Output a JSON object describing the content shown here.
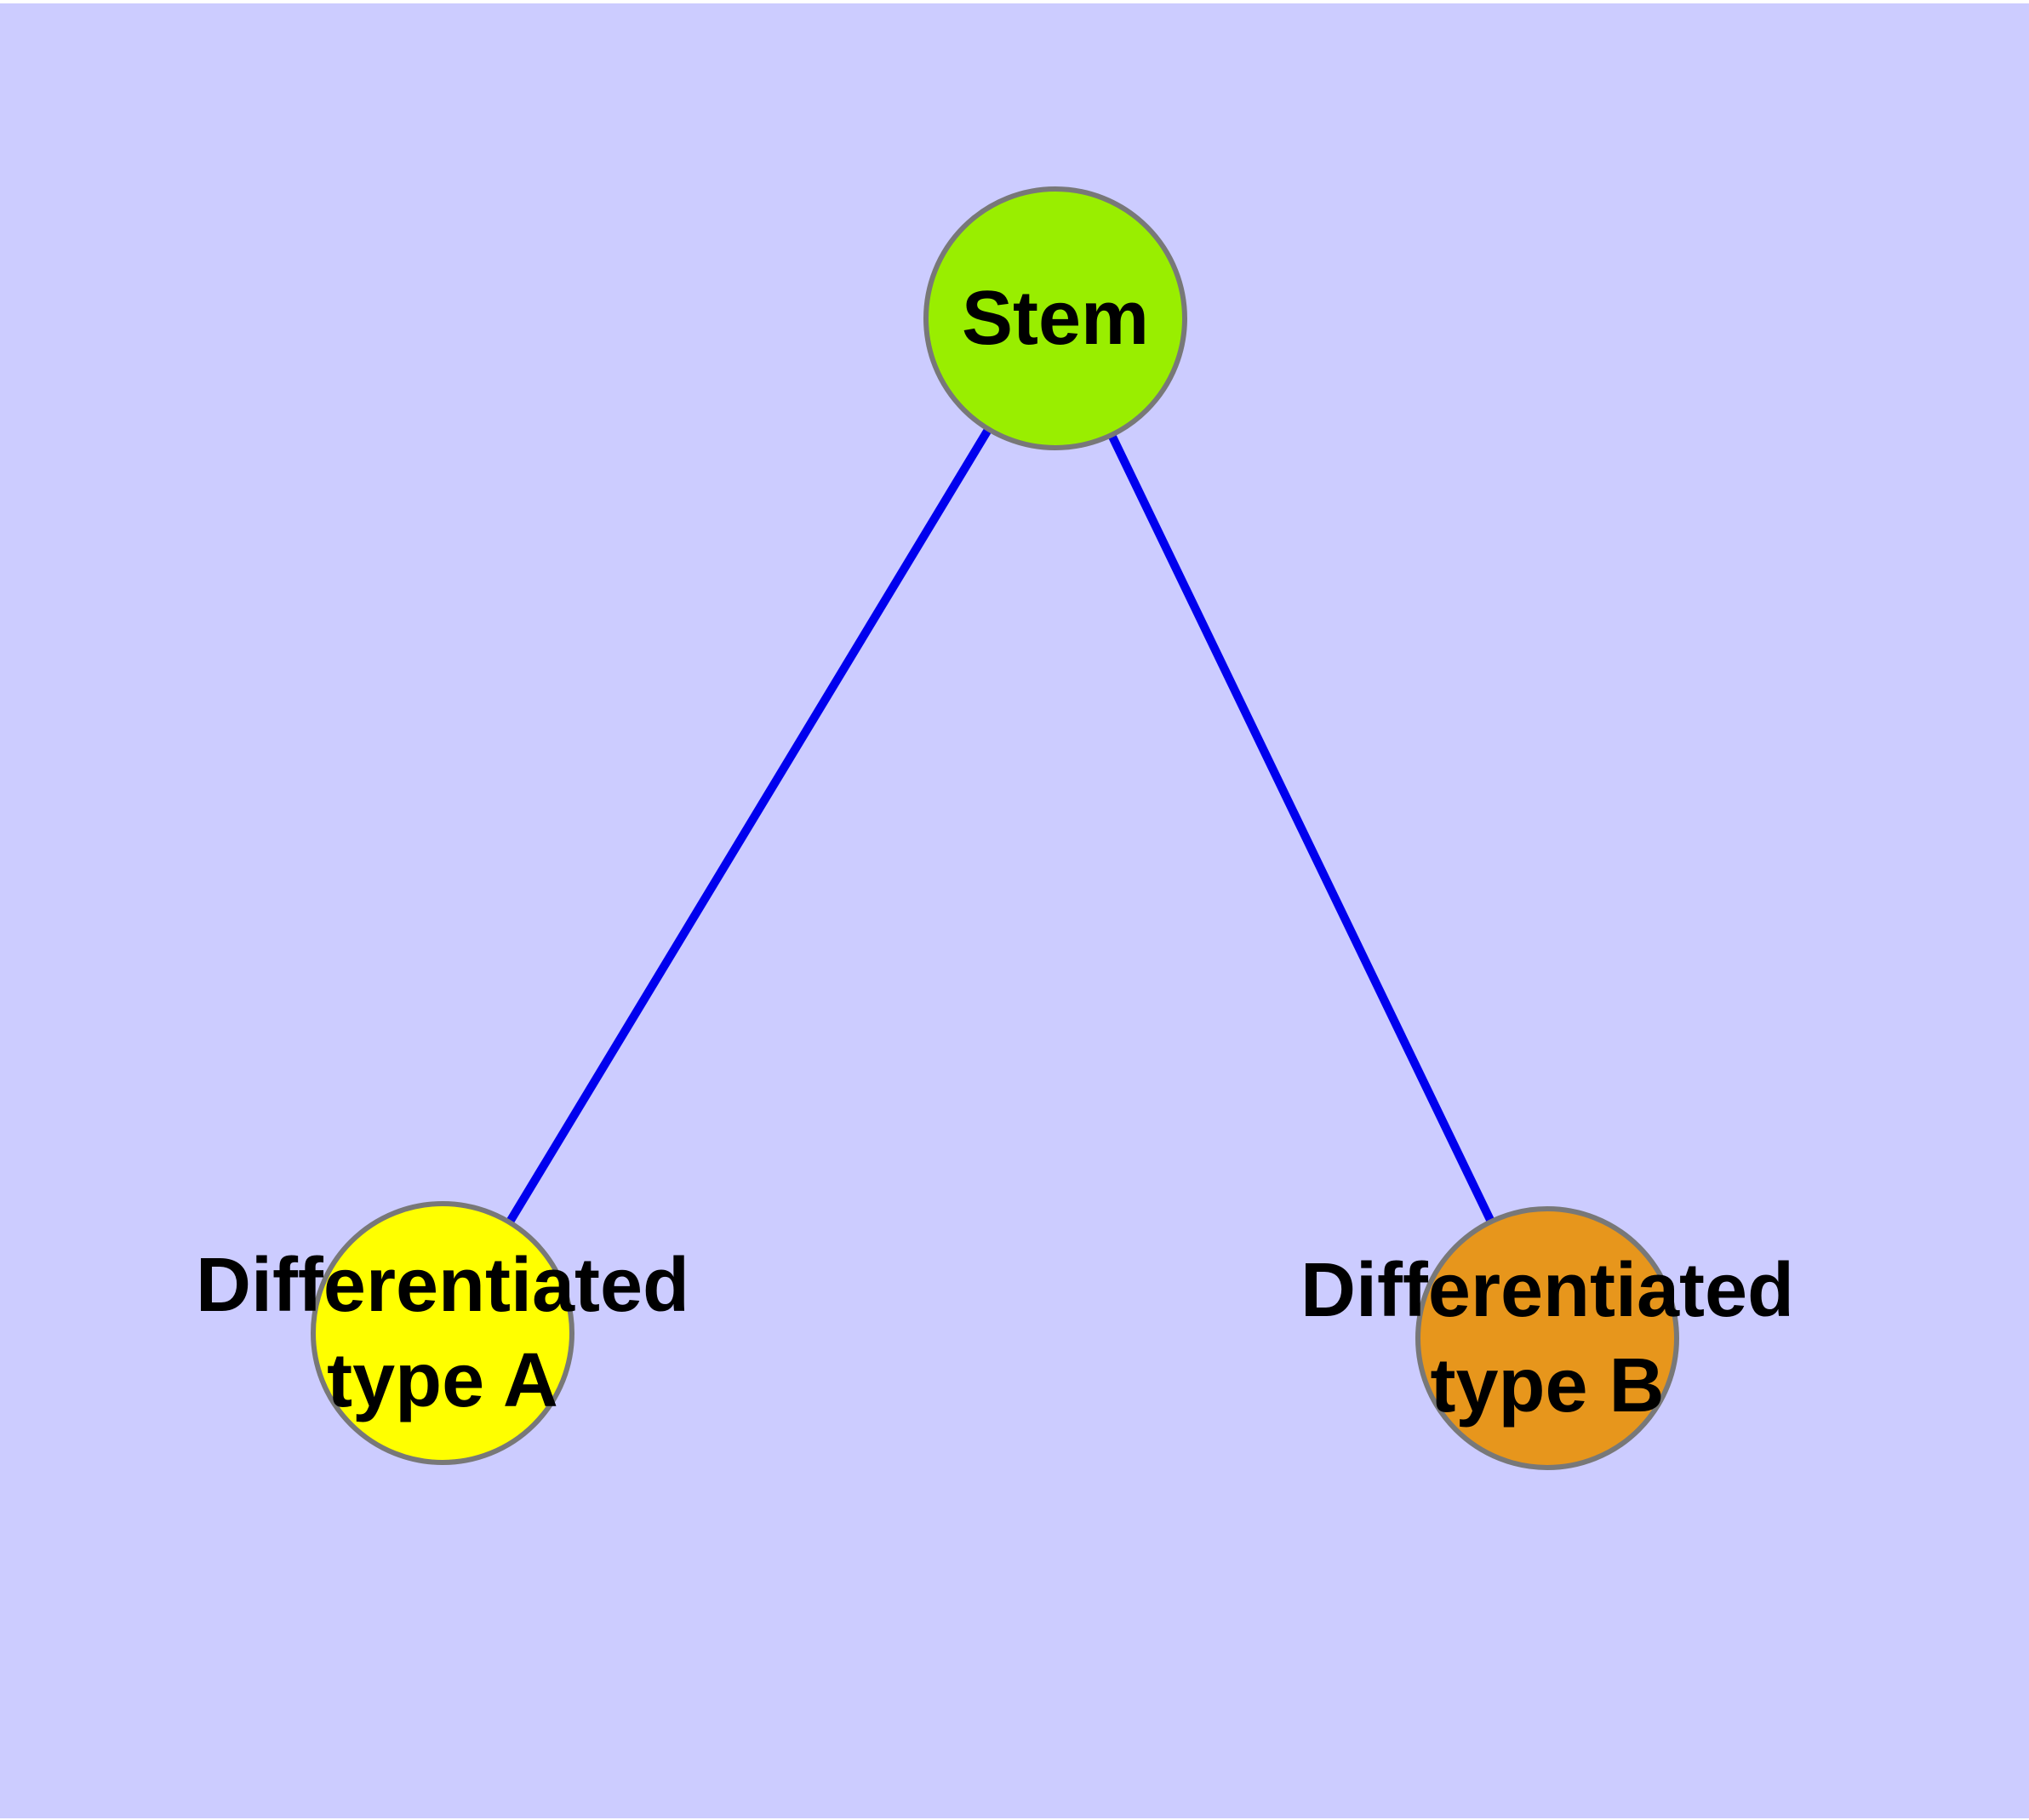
{
  "background": {
    "page": "#ffffff",
    "canvas": "#ccccff"
  },
  "graph": {
    "edge_color": "#0000ee",
    "node_border_color": "#787878",
    "nodes": [
      {
        "id": "stem",
        "label_line1": "Stem",
        "label_line2": "",
        "fill": "#99ee00"
      },
      {
        "id": "type-a",
        "label_line1": "Differentiated",
        "label_line2": "type A",
        "fill": "#ffff00"
      },
      {
        "id": "type-b",
        "label_line1": "Differentiated",
        "label_line2": "type B",
        "fill": "#e7961c"
      }
    ],
    "edges": [
      {
        "from": "stem",
        "to": "type-a"
      },
      {
        "from": "stem",
        "to": "type-b"
      }
    ]
  }
}
